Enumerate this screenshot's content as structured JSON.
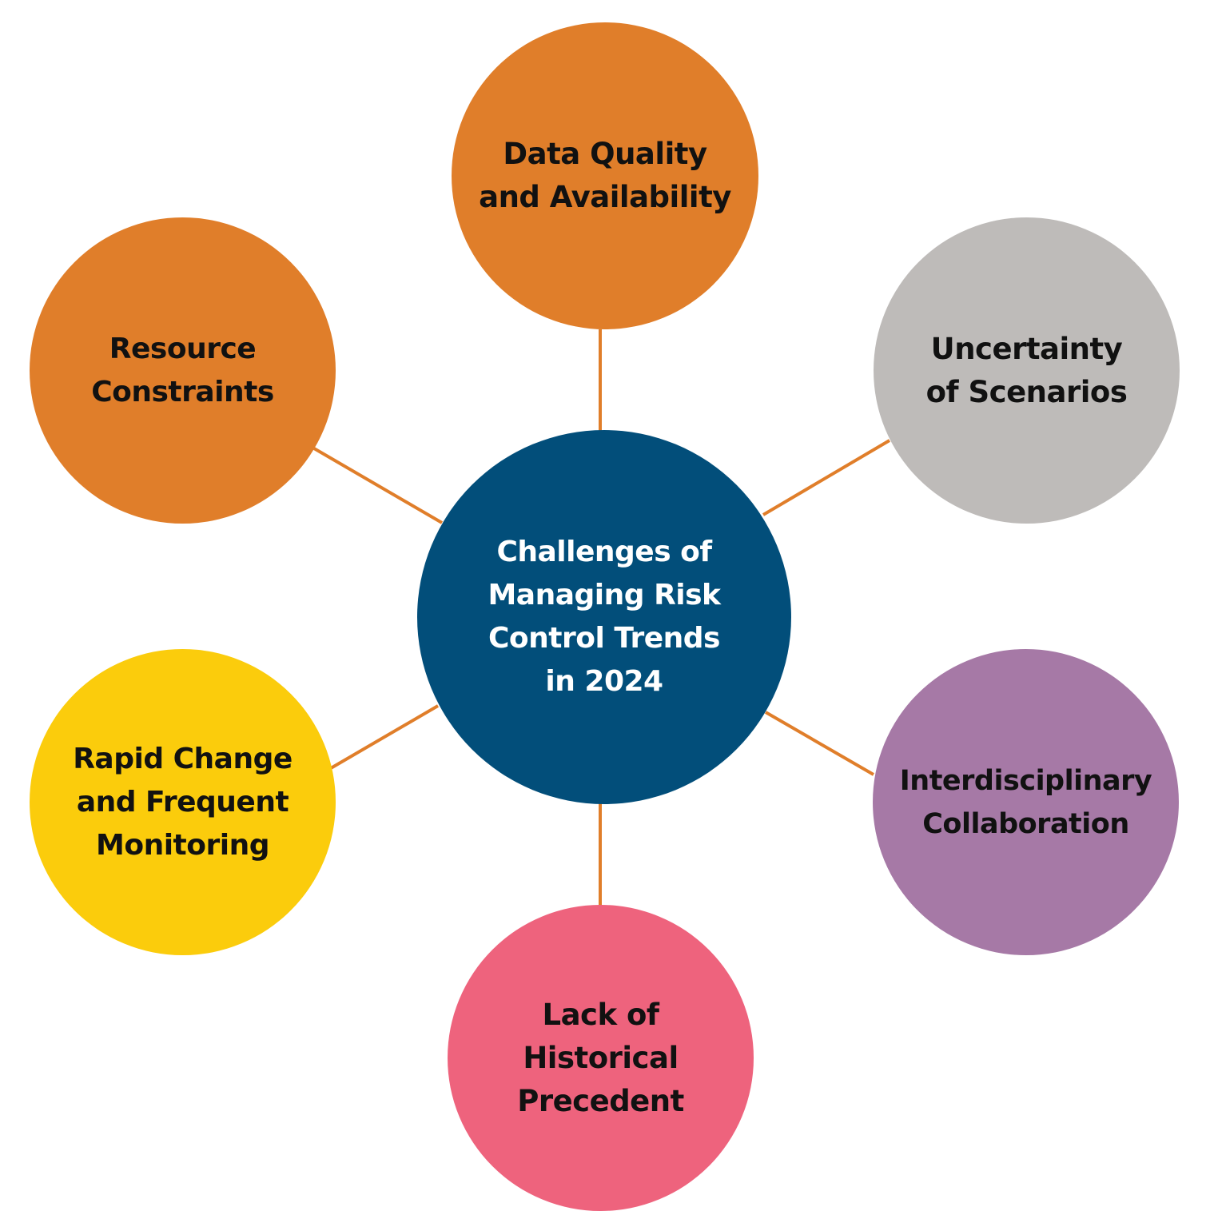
{
  "diagram": {
    "connector_color": "#e07e2a",
    "center": {
      "label": "Challenges of\nManaging Risk\nControl Trends\nin 2024",
      "color": "#024e7a"
    },
    "nodes": {
      "top": {
        "label": "Data Quality\nand Availability",
        "color": "#e07e2a"
      },
      "top_left": {
        "label": "Resource\nConstraints",
        "color": "#e07e2a"
      },
      "top_right": {
        "label": "Uncertainty\nof Scenarios",
        "color": "#bebbb9"
      },
      "bottom_left": {
        "label": "Rapid Change\nand Frequent\nMonitoring",
        "color": "#fbcc0c"
      },
      "bottom_right": {
        "label": "Interdisciplinary\nCollaboration",
        "color": "#a679a6"
      },
      "bottom": {
        "label": "Lack of\nHistorical\nPrecedent",
        "color": "#ee637d"
      }
    }
  }
}
